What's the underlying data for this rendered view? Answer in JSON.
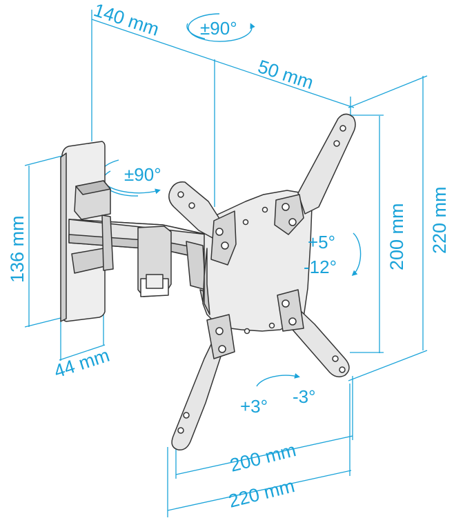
{
  "colors": {
    "dimension": "#1aa3d9",
    "outline": "#333333",
    "metal_light": "#f2f2f2",
    "metal_mid": "#dcdcdc",
    "metal_dark": "#b9b9b9"
  },
  "dimensions": {
    "arm_extension": "140 mm",
    "arm_offset": "50 mm",
    "plate_height": "136 mm",
    "plate_depth": "44 mm",
    "vesa_vertical_inner": "200 mm",
    "vesa_vertical_outer": "220 mm",
    "vesa_horizontal_inner": "200 mm",
    "vesa_horizontal_outer": "220 mm"
  },
  "rotations": {
    "swivel_top": "±90°",
    "swivel_arm": "±90°",
    "tilt_up": "+5°",
    "tilt_down": "-12°",
    "roll_left": "+3°",
    "roll_right": "-3°"
  },
  "icons": {
    "rotation_arrow": "curved-arrow-icon",
    "mount": "tv-wall-mount-drawing"
  }
}
